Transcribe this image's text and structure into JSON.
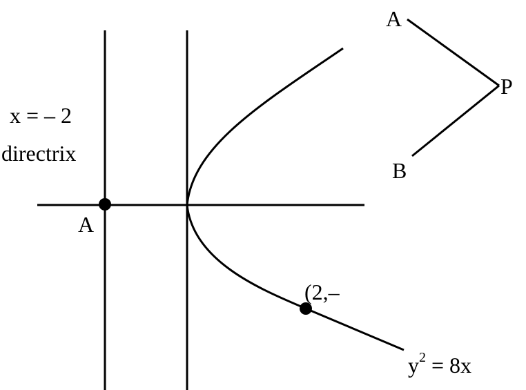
{
  "labels": {
    "directrix_equation": "x = – 2",
    "directrix_word": "directrix",
    "point_a_left": "A",
    "point_on_curve": "(2,–",
    "curve_equation_y": "y",
    "curve_equation_exp": "2",
    "curve_equation_rest": " = 8x",
    "point_a_right": "A",
    "point_p": "P",
    "point_b": "B"
  }
}
